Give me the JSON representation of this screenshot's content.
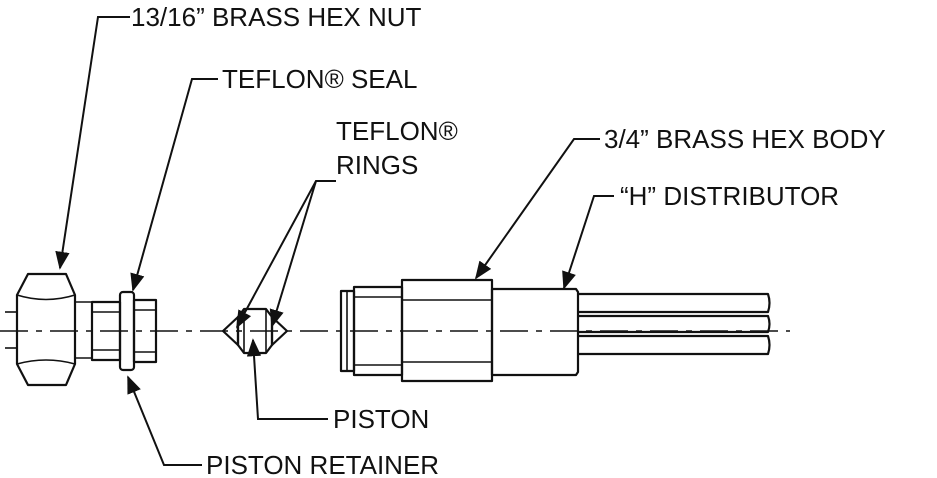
{
  "labels": {
    "hex_nut": "13/16” BRASS HEX NUT",
    "teflon_seal": "TEFLON® SEAL",
    "teflon_rings_1": "TEFLON®",
    "teflon_rings_2": "RINGS",
    "hex_body": "3/4” BRASS HEX BODY",
    "distributor": "“H” DISTRIBUTOR",
    "piston": "PISTON",
    "piston_retainer": "PISTON RETAINER"
  },
  "colors": {
    "line": "#111111",
    "background": "#ffffff"
  }
}
